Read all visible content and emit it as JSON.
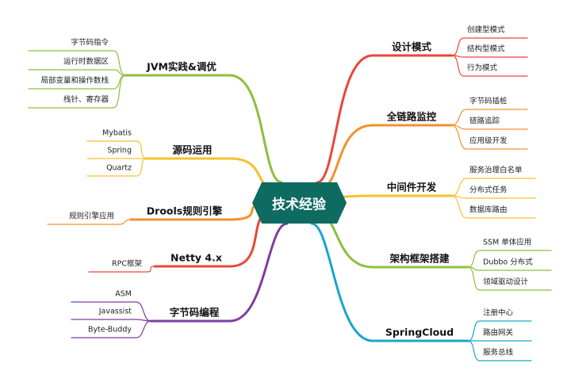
{
  "center": {
    "label": "技术经验",
    "fill": "#0e6b62"
  },
  "right": [
    {
      "label": "设计模式",
      "color": "#e8473a",
      "children": [
        "创建型模式",
        "结构型模式",
        "行为模式"
      ]
    },
    {
      "label": "全链路监控",
      "color": "#f0922d",
      "children": [
        "字节码插桩",
        "链路追踪",
        "应用级开发"
      ]
    },
    {
      "label": "中间件开发",
      "color": "#f6c12c",
      "children": [
        "服务治理白名单",
        "分布式任务",
        "数据库路由"
      ]
    },
    {
      "label": "架构框架搭建",
      "color": "#8cbf3f",
      "children": [
        "SSM 单体应用",
        "Dubbo 分布式",
        "领域驱动设计"
      ]
    },
    {
      "label": "SpringCloud",
      "color": "#1aa6c9",
      "children": [
        "注册中心",
        "路由网关",
        "服务总线"
      ]
    }
  ],
  "left": [
    {
      "label": "JVM实践&调优",
      "color": "#8cbf3f",
      "children": [
        "字节码指令",
        "运行时数据区",
        "局部变量和操作数栈",
        "栈针、寄存器"
      ]
    },
    {
      "label": "源码运用",
      "color": "#f6c12c",
      "children": [
        "Mybatis",
        "Spring",
        "Quartz"
      ]
    },
    {
      "label": "Drools规则引擎",
      "color": "#f0922d",
      "children": [
        "规则引擎应用"
      ]
    },
    {
      "label": "Netty 4.x",
      "color": "#e8473a",
      "children": [
        "RPC框架"
      ]
    },
    {
      "label": "字节码编程",
      "color": "#7b3f9e",
      "children": [
        "ASM",
        "Javassist",
        "Byte-Buddy"
      ]
    }
  ]
}
